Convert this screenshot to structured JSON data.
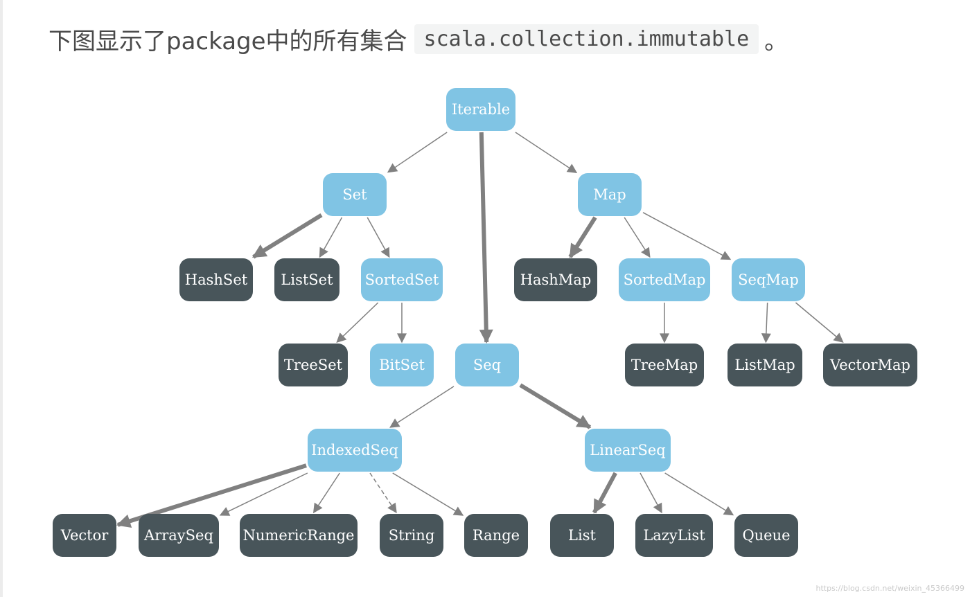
{
  "intro": {
    "text": "下图显示了package中的所有集合",
    "package_name": "scala.collection.immutable",
    "trailing": "。"
  },
  "legend_colors": {
    "trait": "#80c4e4",
    "class": "#48555a",
    "edge": "#808080"
  },
  "diagram": {
    "nodes": [
      {
        "id": "Iterable",
        "label": "Iterable",
        "kind": "trait"
      },
      {
        "id": "Set",
        "label": "Set",
        "kind": "trait"
      },
      {
        "id": "Map",
        "label": "Map",
        "kind": "trait"
      },
      {
        "id": "HashSet",
        "label": "HashSet",
        "kind": "class"
      },
      {
        "id": "ListSet",
        "label": "ListSet",
        "kind": "class"
      },
      {
        "id": "SortedSet",
        "label": "SortedSet",
        "kind": "trait"
      },
      {
        "id": "HashMap",
        "label": "HashMap",
        "kind": "class"
      },
      {
        "id": "SortedMap",
        "label": "SortedMap",
        "kind": "trait"
      },
      {
        "id": "SeqMap",
        "label": "SeqMap",
        "kind": "trait"
      },
      {
        "id": "TreeSet",
        "label": "TreeSet",
        "kind": "class"
      },
      {
        "id": "BitSet",
        "label": "BitSet",
        "kind": "trait"
      },
      {
        "id": "Seq",
        "label": "Seq",
        "kind": "trait"
      },
      {
        "id": "TreeMap",
        "label": "TreeMap",
        "kind": "class"
      },
      {
        "id": "ListMap",
        "label": "ListMap",
        "kind": "class"
      },
      {
        "id": "VectorMap",
        "label": "VectorMap",
        "kind": "class"
      },
      {
        "id": "IndexedSeq",
        "label": "IndexedSeq",
        "kind": "trait"
      },
      {
        "id": "LinearSeq",
        "label": "LinearSeq",
        "kind": "trait"
      },
      {
        "id": "Vector",
        "label": "Vector",
        "kind": "class"
      },
      {
        "id": "ArraySeq",
        "label": "ArraySeq",
        "kind": "class"
      },
      {
        "id": "NumericRange",
        "label": "NumericRange",
        "kind": "class"
      },
      {
        "id": "String",
        "label": "String",
        "kind": "class"
      },
      {
        "id": "Range",
        "label": "Range",
        "kind": "class"
      },
      {
        "id": "List",
        "label": "List",
        "kind": "class"
      },
      {
        "id": "LazyList",
        "label": "LazyList",
        "kind": "class"
      },
      {
        "id": "Queue",
        "label": "Queue",
        "kind": "class"
      }
    ],
    "edges": [
      {
        "from": "Iterable",
        "to": "Set",
        "style": "normal"
      },
      {
        "from": "Iterable",
        "to": "Seq",
        "style": "thick"
      },
      {
        "from": "Iterable",
        "to": "Map",
        "style": "normal"
      },
      {
        "from": "Set",
        "to": "HashSet",
        "style": "thick"
      },
      {
        "from": "Set",
        "to": "ListSet",
        "style": "normal"
      },
      {
        "from": "Set",
        "to": "SortedSet",
        "style": "normal"
      },
      {
        "from": "SortedSet",
        "to": "TreeSet",
        "style": "normal"
      },
      {
        "from": "SortedSet",
        "to": "BitSet",
        "style": "normal"
      },
      {
        "from": "Map",
        "to": "HashMap",
        "style": "thick"
      },
      {
        "from": "Map",
        "to": "SortedMap",
        "style": "normal"
      },
      {
        "from": "Map",
        "to": "SeqMap",
        "style": "normal"
      },
      {
        "from": "SortedMap",
        "to": "TreeMap",
        "style": "normal"
      },
      {
        "from": "SeqMap",
        "to": "ListMap",
        "style": "normal"
      },
      {
        "from": "SeqMap",
        "to": "VectorMap",
        "style": "normal"
      },
      {
        "from": "Seq",
        "to": "IndexedSeq",
        "style": "normal"
      },
      {
        "from": "Seq",
        "to": "LinearSeq",
        "style": "thick"
      },
      {
        "from": "IndexedSeq",
        "to": "Vector",
        "style": "thick"
      },
      {
        "from": "IndexedSeq",
        "to": "ArraySeq",
        "style": "normal"
      },
      {
        "from": "IndexedSeq",
        "to": "NumericRange",
        "style": "normal"
      },
      {
        "from": "IndexedSeq",
        "to": "String",
        "style": "dashed"
      },
      {
        "from": "IndexedSeq",
        "to": "Range",
        "style": "normal"
      },
      {
        "from": "LinearSeq",
        "to": "List",
        "style": "thick"
      },
      {
        "from": "LinearSeq",
        "to": "LazyList",
        "style": "normal"
      },
      {
        "from": "LinearSeq",
        "to": "Queue",
        "style": "normal"
      }
    ]
  },
  "watermark": "https://blog.csdn.net/weixin_45366499"
}
